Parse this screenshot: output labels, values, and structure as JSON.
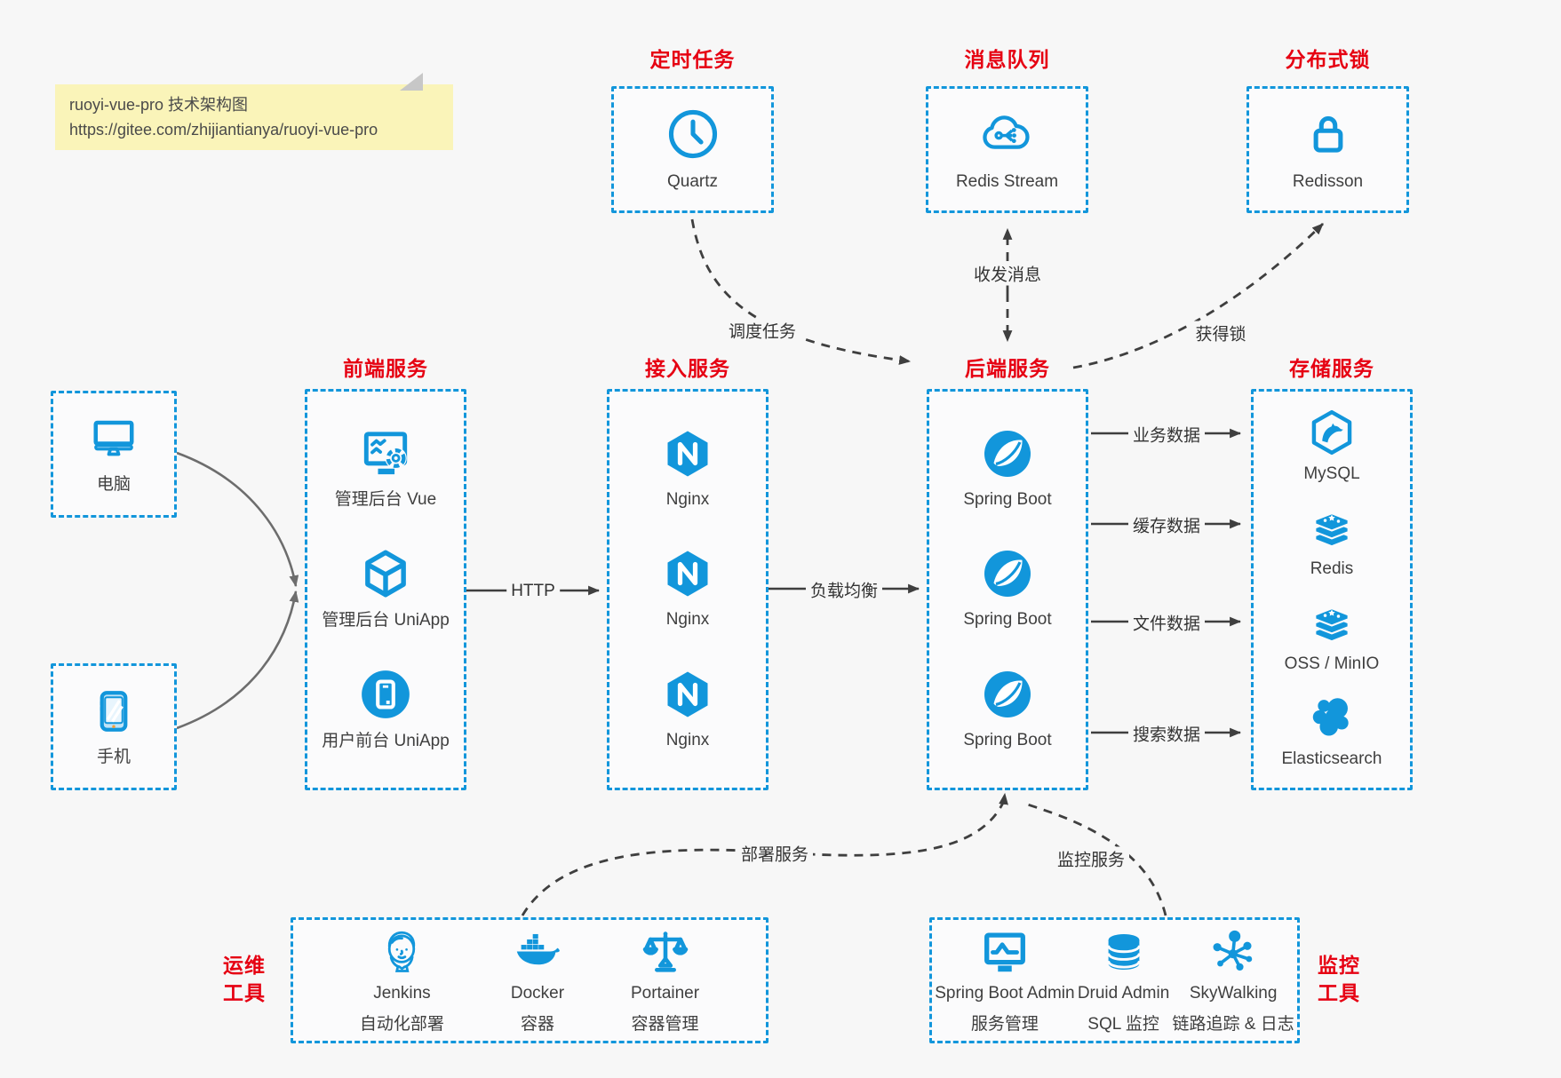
{
  "colors": {
    "accent": "#1296db",
    "title_red": "#e60012",
    "background": "#f7f7f7"
  },
  "note": {
    "line1": "ruoyi-vue-pro 技术架构图",
    "line2": "https://gitee.com/zhijiantianya/ruoyi-vue-pro"
  },
  "top_groups": [
    {
      "title": "定时任务",
      "items": [
        {
          "icon": "clock-icon",
          "label": "Quartz"
        }
      ]
    },
    {
      "title": "消息队列",
      "items": [
        {
          "icon": "cloud-stream-icon",
          "label": "Redis Stream"
        }
      ]
    },
    {
      "title": "分布式锁",
      "items": [
        {
          "icon": "lock-icon",
          "label": "Redisson"
        }
      ]
    }
  ],
  "clients": [
    {
      "icon": "monitor-icon",
      "label": "电脑"
    },
    {
      "icon": "smartphone-icon",
      "label": "手机"
    }
  ],
  "columns": [
    {
      "title": "前端服务",
      "items": [
        {
          "icon": "admin-console-icon",
          "label": "管理后台 Vue"
        },
        {
          "icon": "cube-icon",
          "label": "管理后台 UniApp"
        },
        {
          "icon": "mobile-app-icon",
          "label": "用户前台 UniApp"
        }
      ]
    },
    {
      "title": "接入服务",
      "items": [
        {
          "icon": "nginx-icon",
          "label": "Nginx"
        },
        {
          "icon": "nginx-icon",
          "label": "Nginx"
        },
        {
          "icon": "nginx-icon",
          "label": "Nginx"
        }
      ]
    },
    {
      "title": "后端服务",
      "items": [
        {
          "icon": "spring-icon",
          "label": "Spring Boot"
        },
        {
          "icon": "spring-icon",
          "label": "Spring Boot"
        },
        {
          "icon": "spring-icon",
          "label": "Spring Boot"
        }
      ]
    },
    {
      "title": "存储服务",
      "items": [
        {
          "icon": "mysql-icon",
          "label": "MySQL"
        },
        {
          "icon": "redis-icon",
          "label": "Redis"
        },
        {
          "icon": "redis-icon",
          "label": "OSS / MinIO"
        },
        {
          "icon": "elasticsearch-icon",
          "label": "Elasticsearch"
        }
      ]
    }
  ],
  "bottom_groups": [
    {
      "title_lines": [
        "运维",
        "工具"
      ],
      "items": [
        {
          "icon": "jenkins-icon",
          "label": "Jenkins",
          "sublabel": "自动化部署"
        },
        {
          "icon": "docker-icon",
          "label": "Docker",
          "sublabel": "容器"
        },
        {
          "icon": "portainer-icon",
          "label": "Portainer",
          "sublabel": "容器管理"
        }
      ]
    },
    {
      "title_lines": [
        "监控",
        "工具"
      ],
      "items": [
        {
          "icon": "sba-icon",
          "label": "Spring Boot Admin",
          "sublabel": "服务管理"
        },
        {
          "icon": "druid-icon",
          "label": "Druid Admin",
          "sublabel": "SQL 监控"
        },
        {
          "icon": "skywalking-icon",
          "label": "SkyWalking",
          "sublabel": "链路追踪 & 日志"
        }
      ]
    }
  ],
  "edges": {
    "http": "HTTP",
    "load_balance": "负载均衡",
    "schedule": "调度任务",
    "messaging": "收发消息",
    "lock": "获得锁",
    "deploy": "部署服务",
    "monitor": "监控服务",
    "data_flows": [
      "业务数据",
      "缓存数据",
      "文件数据",
      "搜索数据"
    ]
  }
}
